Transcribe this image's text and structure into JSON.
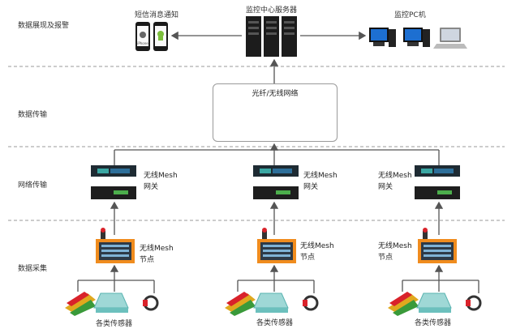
{
  "rows": [
    {
      "label": "数据展现及报警"
    },
    {
      "label": "数据传输"
    },
    {
      "label": "网络传输"
    },
    {
      "label": "数据采集"
    }
  ],
  "top": {
    "sms_label": "短信消息通知",
    "server_label": "监控中心服务器",
    "pc_label": "监控PC机",
    "phone_brand": "iPhone"
  },
  "transport": {
    "title": "光纤/无线网络"
  },
  "gateway": {
    "label_line1": "无线Mesh",
    "label_line2": "网关"
  },
  "node": {
    "label_line1": "无线Mesh",
    "label_line2": "节点"
  },
  "sensors": {
    "label": "各类传感器"
  },
  "colors": {
    "line": "#555555",
    "dash": "#9a9a9a",
    "node_frame": "#f08c1e",
    "gateway_teal": "#3aa7a3"
  }
}
